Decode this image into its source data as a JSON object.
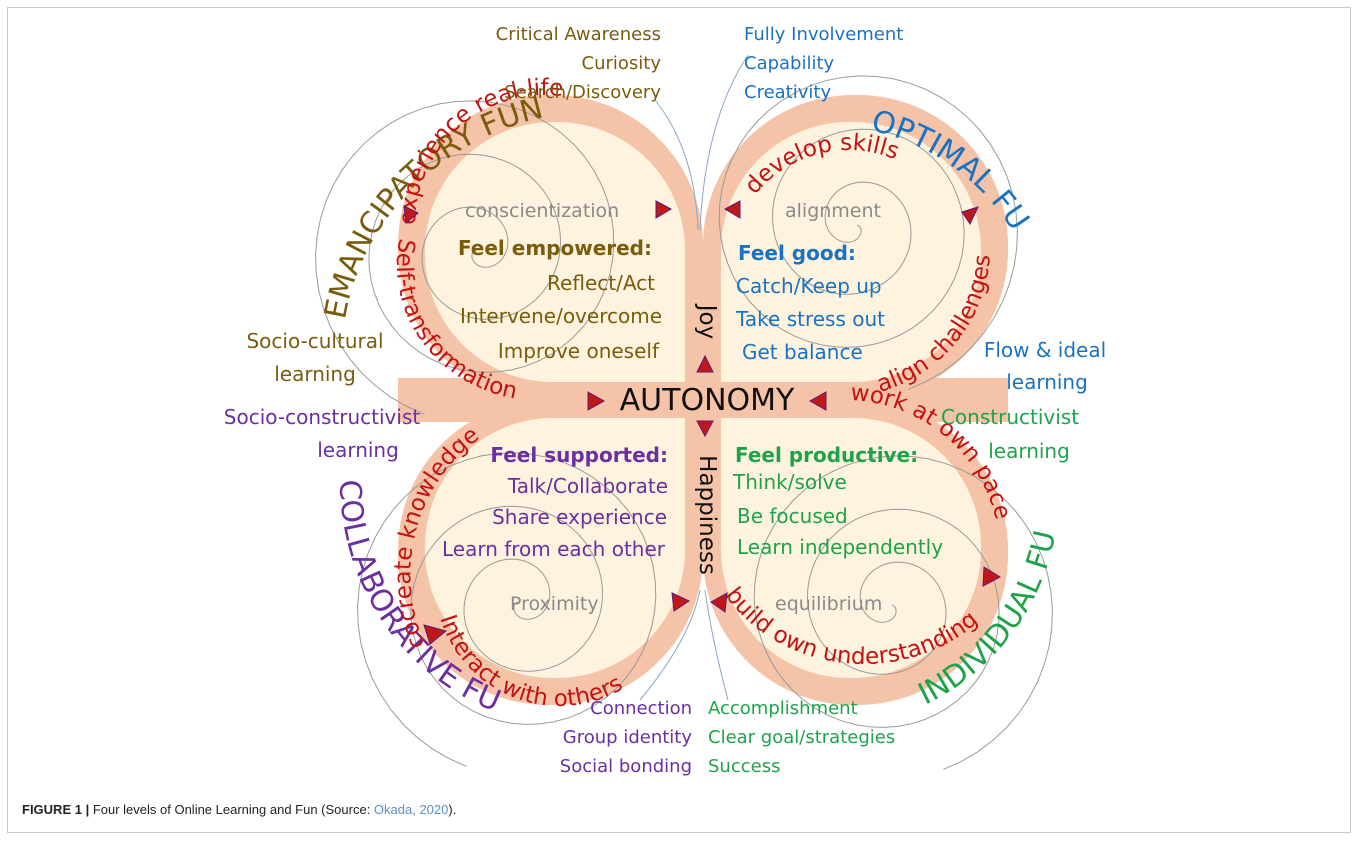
{
  "colors": {
    "emancipatory": "#7a5c0d",
    "optimal": "#1a73c2",
    "collaborative": "#6b2fa0",
    "individual": "#1fa34a",
    "verb": "#c41212",
    "ring": "#f5c3a7",
    "petal": "#fdf3de",
    "spiral": "#9a9a9a",
    "center": "#111111",
    "marker": "#c01818"
  },
  "center": {
    "label": "AUTONOMY",
    "top_word": "Joy",
    "bottom_word": "Happiness"
  },
  "quadrants": {
    "emancipatory": {
      "title": "EMANCIPATORY FUN",
      "spiral_label": "conscientization",
      "feel_title": "Feel empowered:",
      "feel_items": [
        "Reflect/Act",
        "Intervene/overcome",
        "Improve oneself"
      ],
      "ring_top": "experience real-life",
      "ring_side": "Self-transformation",
      "learning": [
        "Socio-cultural",
        "learning"
      ],
      "outer_items": [
        "Critical Awareness",
        "Curiosity",
        "Search/Discovery"
      ]
    },
    "optimal": {
      "title": "OPTIMAL FUN",
      "spiral_label": "alignment",
      "feel_title": "Feel good:",
      "feel_items": [
        "Catch/Keep up",
        "Take stress out",
        "Get balance"
      ],
      "ring_top": "develop skills",
      "ring_side": "align challenges",
      "learning": [
        "Flow & ideal",
        "learning"
      ],
      "outer_items": [
        "Fully Involvement",
        "Capability",
        "Creativity"
      ]
    },
    "collaborative": {
      "title": "COLLABORATIVE FUN",
      "spiral_label": "Proximity",
      "feel_title": "Feel supported:",
      "feel_items": [
        "Talk/Collaborate",
        "Share experience",
        "Learn from each other"
      ],
      "ring_side": "cocreate knowledge",
      "ring_bottom": "Interact with others",
      "learning": [
        "Socio-constructivist",
        "learning"
      ],
      "outer_items": [
        "Connection",
        "Group identity",
        "Social bonding"
      ]
    },
    "individual": {
      "title": "INDIVIDUAL FUN",
      "spiral_label": "equilibrium",
      "feel_title": "Feel productive:",
      "feel_items": [
        "Think/solve",
        "Be focused",
        "Learn independently"
      ],
      "ring_side": "work at own pace",
      "ring_bottom": "build own understanding",
      "learning": [
        "Constructivist",
        "learning"
      ],
      "outer_items": [
        "Accomplishment",
        "Clear goal/strategies",
        "Success"
      ]
    }
  },
  "caption": {
    "label": "FIGURE 1 |",
    "text": " Four levels of Online Learning and Fun (Source: ",
    "ref": "Okada, 2020",
    "end": ")."
  }
}
